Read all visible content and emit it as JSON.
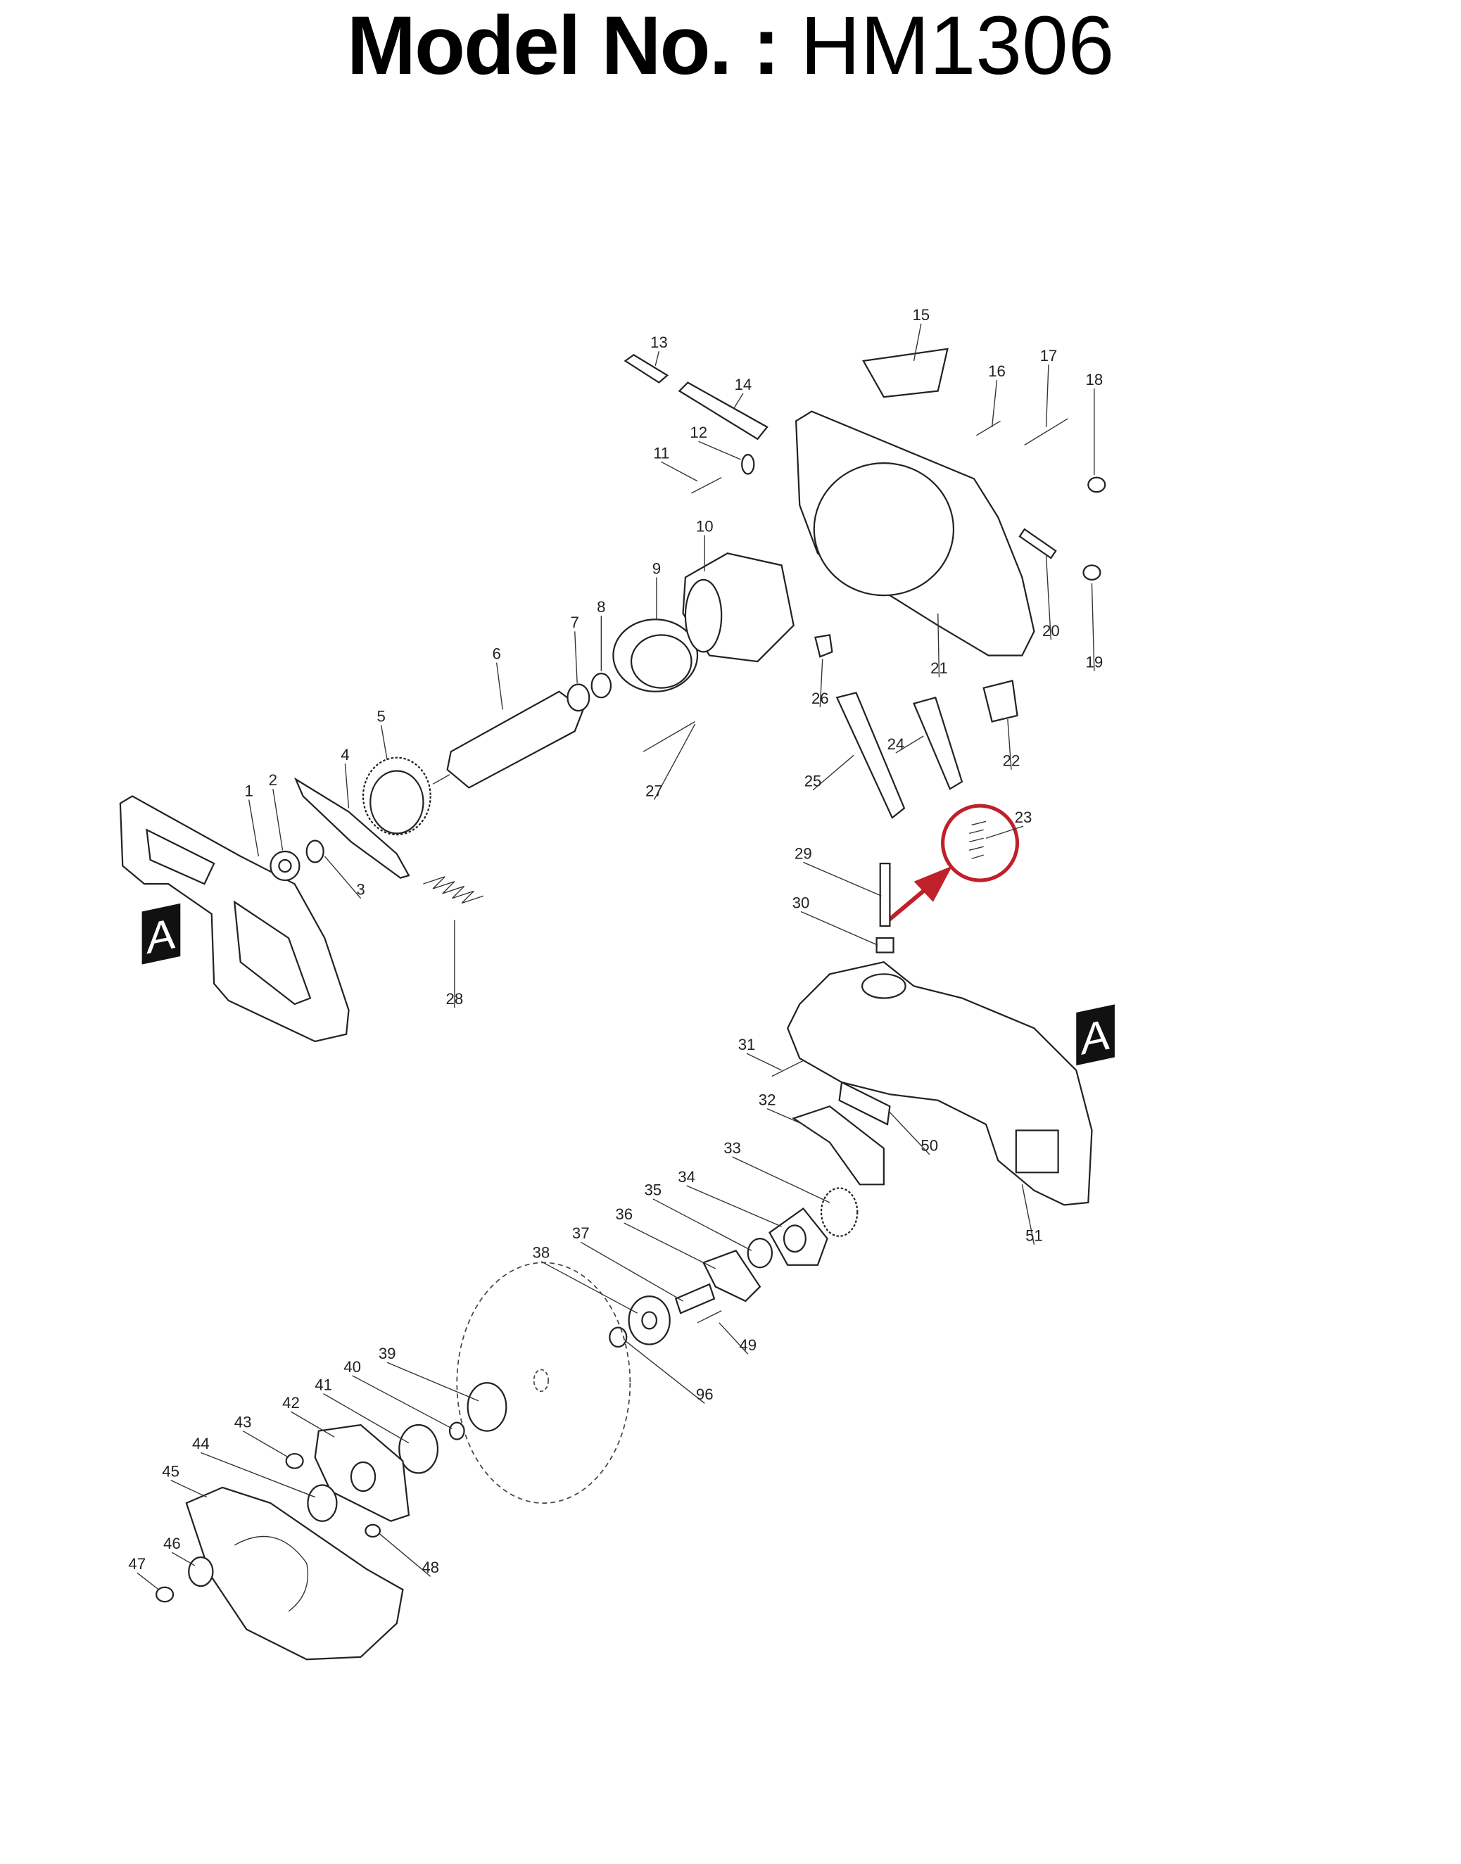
{
  "header": {
    "model_label": "Model No.",
    "separator": " : ",
    "model_number": "HM1306"
  },
  "diagram": {
    "part_numbers": [
      "1",
      "2",
      "3",
      "4",
      "5",
      "6",
      "7",
      "8",
      "9",
      "10",
      "11",
      "12",
      "13",
      "14",
      "15",
      "16",
      "17",
      "18",
      "19",
      "20",
      "21",
      "22",
      "23",
      "24",
      "25",
      "26",
      "27",
      "28",
      "29",
      "30",
      "31",
      "32",
      "33",
      "34",
      "35",
      "36",
      "37",
      "38",
      "39",
      "40",
      "41",
      "42",
      "43",
      "44",
      "45",
      "46",
      "47",
      "48",
      "49",
      "50",
      "51",
      "96"
    ],
    "connector_marks": [
      "A",
      "A"
    ],
    "highlighted_part": "23",
    "highlight_color": "#c0202a"
  }
}
